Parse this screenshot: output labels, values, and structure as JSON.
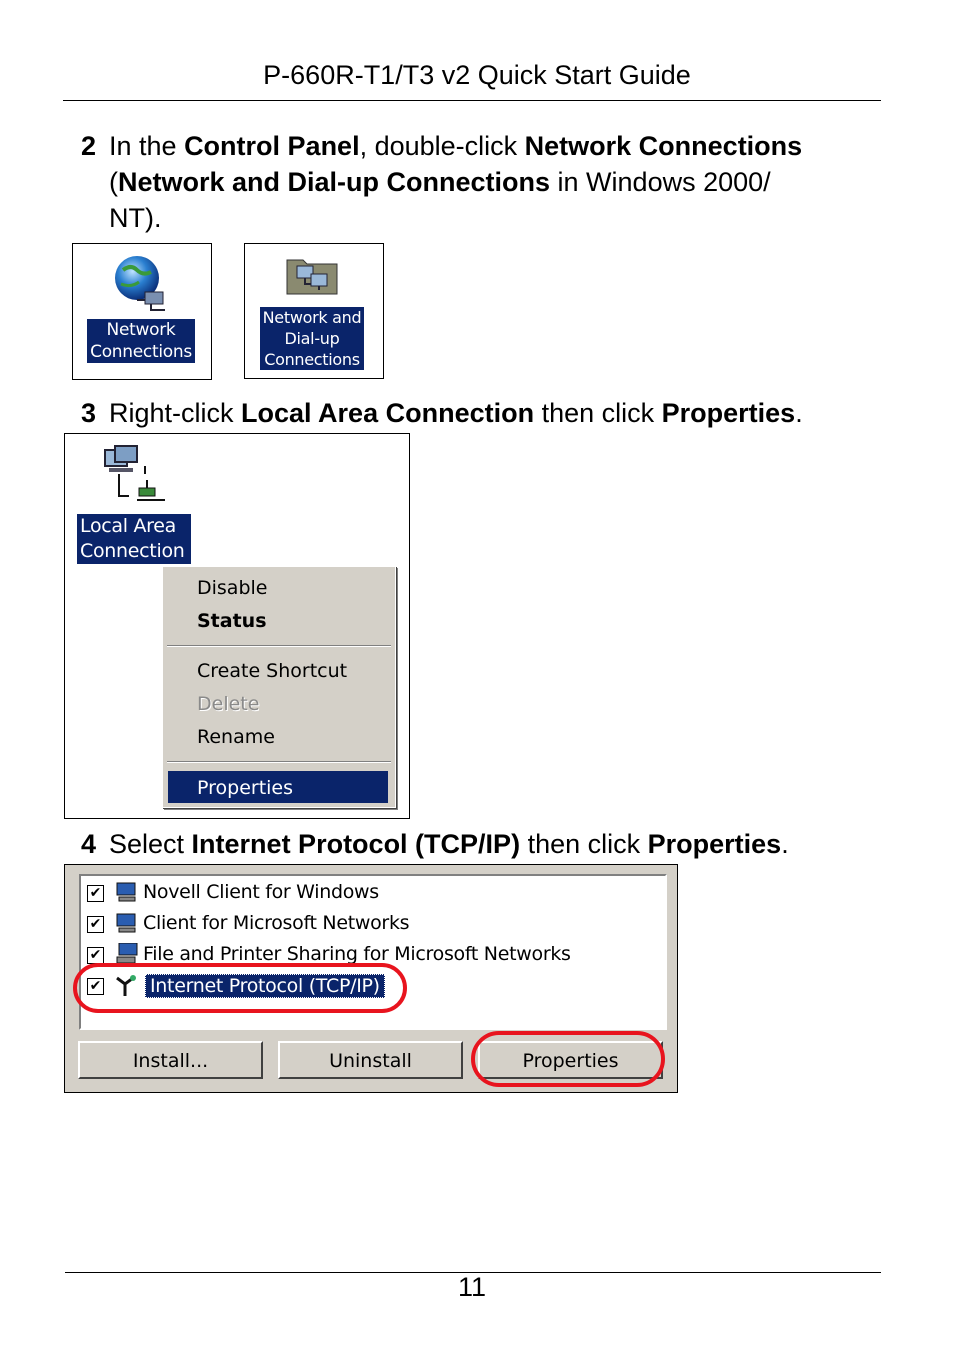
{
  "header": {
    "title": "P-660R-T1/T3 v2 Quick Start Guide"
  },
  "step2": {
    "num": "2",
    "t1": "In the ",
    "b1": "Control Panel",
    "t2": ", double-click ",
    "b2": "Network Connections",
    "t3": "(",
    "b3": "Network and Dial-up Connections",
    "t4": " in Windows 2000/",
    "t5": "NT).",
    "icon1_label_l1": "Network",
    "icon1_label_l2": "Connections",
    "icon2_label_l1": "Network and",
    "icon2_label_l2": "Dial-up",
    "icon2_label_l3": "Connections"
  },
  "step3": {
    "num": "3",
    "t1": "Right-click ",
    "b1": "Local Area Connection",
    "t2": " then click ",
    "b2": "Properties",
    "t3": ".",
    "icon_label_l1": "Local Area",
    "icon_label_l2": "Connection",
    "menu": {
      "disable": "Disable",
      "status": "Status",
      "create_shortcut": "Create Shortcut",
      "delete": "Delete",
      "rename": "Rename",
      "properties": "Properties"
    }
  },
  "step4": {
    "num": "4",
    "t1": "Select ",
    "b1": "Internet Protocol (TCP/IP)",
    "t2": " then click ",
    "b2": "Properties",
    "t3": ".",
    "items": [
      "Novell Client for Windows",
      "Client for Microsoft Networks",
      "File and Printer Sharing for Microsoft Networks",
      "Internet Protocol (TCP/IP)"
    ],
    "checkmark": "✔",
    "buttons": {
      "install": "Install...",
      "uninstall": "Uninstall",
      "properties": "Properties"
    },
    "highlight_color": "#e8141e"
  },
  "footer": {
    "page_number": "11"
  }
}
